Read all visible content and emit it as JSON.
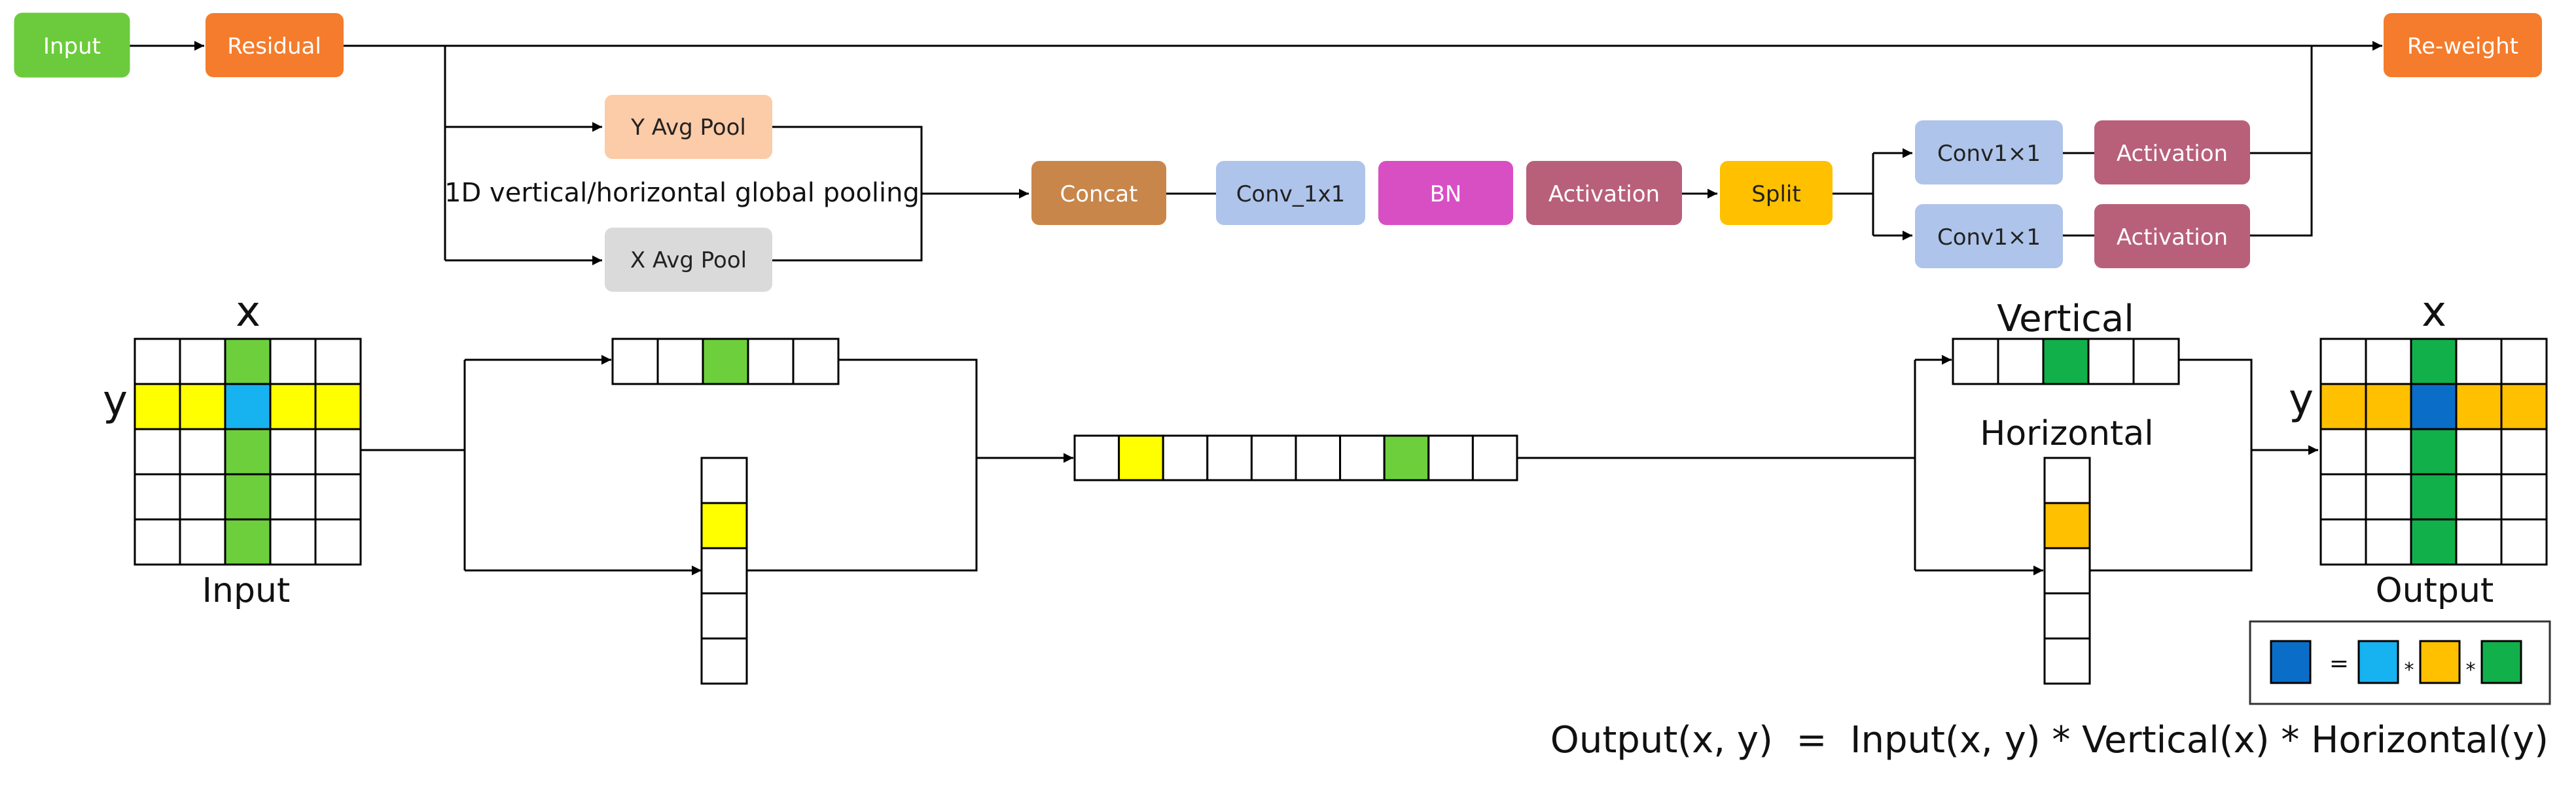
{
  "blocks": {
    "input": "Input",
    "residual": "Residual",
    "reweight": "Re-weight",
    "y_avg_pool": "Y Avg Pool",
    "x_avg_pool": "X Avg Pool",
    "pooling_caption": "1D vertical/horizontal global pooling",
    "concat": "Concat",
    "conv_1x1": "Conv_1x1",
    "bn": "BN",
    "activation_main": "Activation",
    "split": "Split",
    "conv1x1_top": "Conv1×1",
    "activation_top": "Activation",
    "conv1x1_bottom": "Conv1×1",
    "activation_bottom": "Activation"
  },
  "illustration": {
    "input_x": "x",
    "input_y": "y",
    "input_caption": "Input",
    "vertical_caption": "Vertical",
    "horizontal_caption": "Horizontal",
    "output_x": "x",
    "output_y": "y",
    "output_caption": "Output"
  },
  "legend": {
    "equals": "=",
    "times_1": "*",
    "times_2": "*"
  },
  "formula": "Output(x, y)  =  Input(x, y) * Vertical(x) * Horizontal(y)",
  "colors": {
    "input_block": "#6CCB3C",
    "residual_block": "#F47C2C",
    "y_pool_block": "#FCCBA8",
    "x_pool_block": "#DADADA",
    "concat_block": "#C8864A",
    "conv_block": "#AEC4EA",
    "bn_block": "#D84FC4",
    "activation_block": "#B8607A",
    "split_block": "#FFC000",
    "cell_yellow": "#FFFF00",
    "cell_green_light": "#6ECF3C",
    "cell_cyan": "#17B2F0",
    "cell_orange": "#FFC000",
    "cell_green_dark": "#12B04A",
    "cell_blue": "#0A6EC8"
  }
}
